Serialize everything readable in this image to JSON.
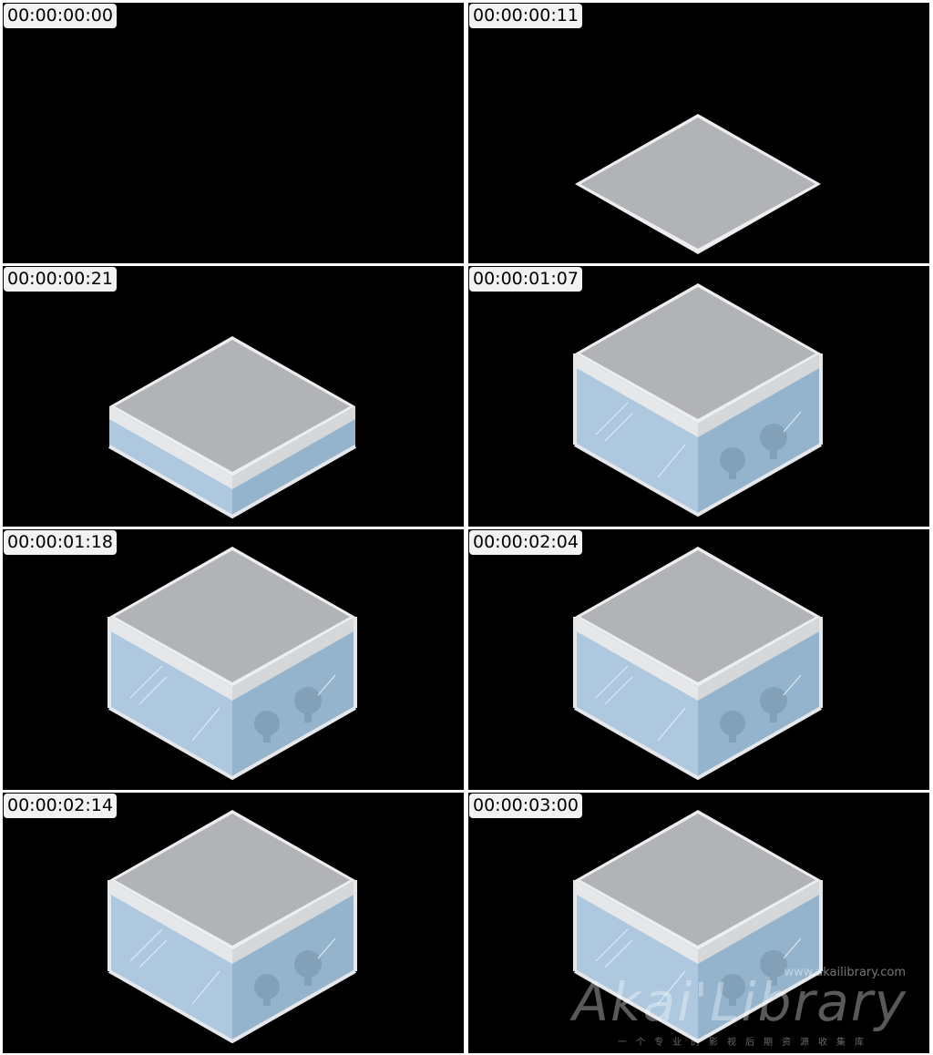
{
  "frames": [
    {
      "timecode": "00:00:00:00",
      "stage": "empty"
    },
    {
      "timecode": "00:00:00:11",
      "stage": "base"
    },
    {
      "timecode": "00:00:00:21",
      "stage": "low-box"
    },
    {
      "timecode": "00:00:01:07",
      "stage": "full-box-offset"
    },
    {
      "timecode": "00:00:01:18",
      "stage": "full-box"
    },
    {
      "timecode": "00:00:02:04",
      "stage": "full-box-offset"
    },
    {
      "timecode": "00:00:02:14",
      "stage": "full-box"
    },
    {
      "timecode": "00:00:03:00",
      "stage": "full-box-offset"
    }
  ],
  "watermark": {
    "site": "www.akailibrary.com",
    "logo": "Akai'Library",
    "tagline": "一个专业的影视后期资源收集库"
  },
  "colors": {
    "background": "#000000",
    "lid_top": "#b2b3b6",
    "lid_rim": "#e8e9ea",
    "glass_left": "#aec8df",
    "glass_right": "#93b4cc",
    "coral": "#7f9db5"
  }
}
